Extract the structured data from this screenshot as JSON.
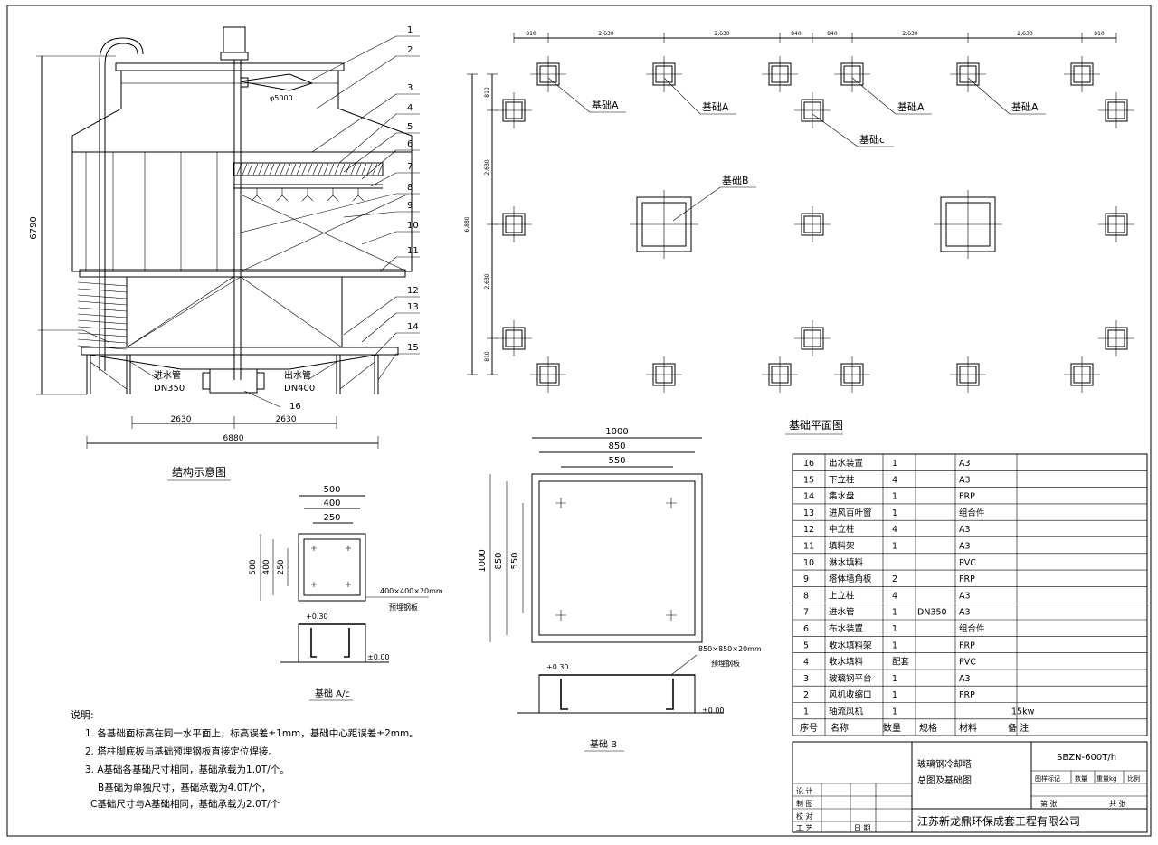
{
  "structure": {
    "title": "结构示意图",
    "dim_height": "6790",
    "dim_left": "2630",
    "dim_right": "2630",
    "dim_total": "6880",
    "fan_dia": "φ5000",
    "inlet_label": "进水管",
    "inlet_size": "DN350",
    "outlet_label": "出水管",
    "outlet_size": "DN400",
    "callouts": [
      "1",
      "2",
      "3",
      "4",
      "5",
      "6",
      "7",
      "8",
      "9",
      "10",
      "11",
      "12",
      "13",
      "14",
      "15",
      "16"
    ]
  },
  "plan": {
    "title": "基础平面图",
    "top_dims": [
      "810",
      "2,630",
      "2,630",
      "840",
      "840",
      "2,630",
      "2,630",
      "810"
    ],
    "left_dims": [
      "810",
      "2,630",
      "6,880",
      "2,630",
      "810"
    ],
    "labels": [
      "基础A",
      "基础A",
      "基础A",
      "基础A",
      "基础c",
      "基础B"
    ]
  },
  "foundation_ac": {
    "title": "基础 A/c",
    "dims": [
      "500",
      "400",
      "250"
    ],
    "side_dims": [
      "500",
      "400",
      "250"
    ],
    "plate_note": "400×400×20mm",
    "plate_name": "预埋钢板",
    "elev_top": "+0.30",
    "elev_ground": "±0.00"
  },
  "foundation_b": {
    "title": "基础 B",
    "dims": [
      "1000",
      "850",
      "550"
    ],
    "side_dims": [
      "1000",
      "850",
      "550"
    ],
    "plate_note": "850×850×20mm",
    "plate_name": "预埋钢板",
    "elev_top": "+0.30",
    "elev_ground": "±0.00"
  },
  "notes": {
    "heading": "说明:",
    "lines": [
      "1. 各基础面标高在同一水平面上，标高误差±1mm，基础中心距误差±2mm。",
      "2. 塔柱脚底板与基础预埋钢板直接定位焊接。",
      "3. A基础各基础尺寸相同，基础承载为1.0T/个。",
      "B基础为单独尺寸，基础承载为4.0T/个，",
      "C基础尺寸与A基础相同，基础承载为2.0T/个"
    ]
  },
  "bom": {
    "rows": [
      [
        "16",
        "出水装置",
        "1",
        "",
        "A3",
        ""
      ],
      [
        "15",
        "下立柱",
        "4",
        "",
        "A3",
        ""
      ],
      [
        "14",
        "集水盘",
        "1",
        "",
        "FRP",
        ""
      ],
      [
        "13",
        "进风百叶窗",
        "1",
        "",
        "组合件",
        ""
      ],
      [
        "12",
        "中立柱",
        "4",
        "",
        "A3",
        ""
      ],
      [
        "11",
        "填料架",
        "1",
        "",
        "A3",
        ""
      ],
      [
        "10",
        "淋水填料",
        "",
        "",
        "PVC",
        ""
      ],
      [
        "9",
        "塔体墙角板",
        "2",
        "",
        "FRP",
        ""
      ],
      [
        "8",
        "上立柱",
        "4",
        "",
        "A3",
        ""
      ],
      [
        "7",
        "进水管",
        "1",
        "DN350",
        "A3",
        ""
      ],
      [
        "6",
        "布水装置",
        "1",
        "",
        "组合件",
        ""
      ],
      [
        "5",
        "收水填料架",
        "1",
        "",
        "FRP",
        ""
      ],
      [
        "4",
        "收水填料",
        "配套",
        "",
        "PVC",
        ""
      ],
      [
        "3",
        "玻璃钢平台",
        "1",
        "",
        "A3",
        ""
      ],
      [
        "2",
        "风机收缩口",
        "1",
        "",
        "FRP",
        ""
      ],
      [
        "1",
        "轴流风机",
        "1",
        "",
        "",
        "15kw"
      ]
    ],
    "header": [
      "序号",
      "名称",
      "数量",
      "规格",
      "材料",
      "备 注"
    ]
  },
  "title_block": {
    "drawing_name_1": "玻璃钢冷却塔",
    "drawing_name_2": "总图及基础图",
    "model": "SBZN-600T/h",
    "cols": [
      "图样标记",
      "数量",
      "重量kg",
      "比例"
    ],
    "sheet_l": "第 张",
    "sheet_r": "共 张",
    "roles": [
      "设 计",
      "制 图",
      "校 对",
      "工 艺"
    ],
    "date_label": "日 期",
    "company": "江苏新龙鼎环保成套工程有限公司"
  }
}
